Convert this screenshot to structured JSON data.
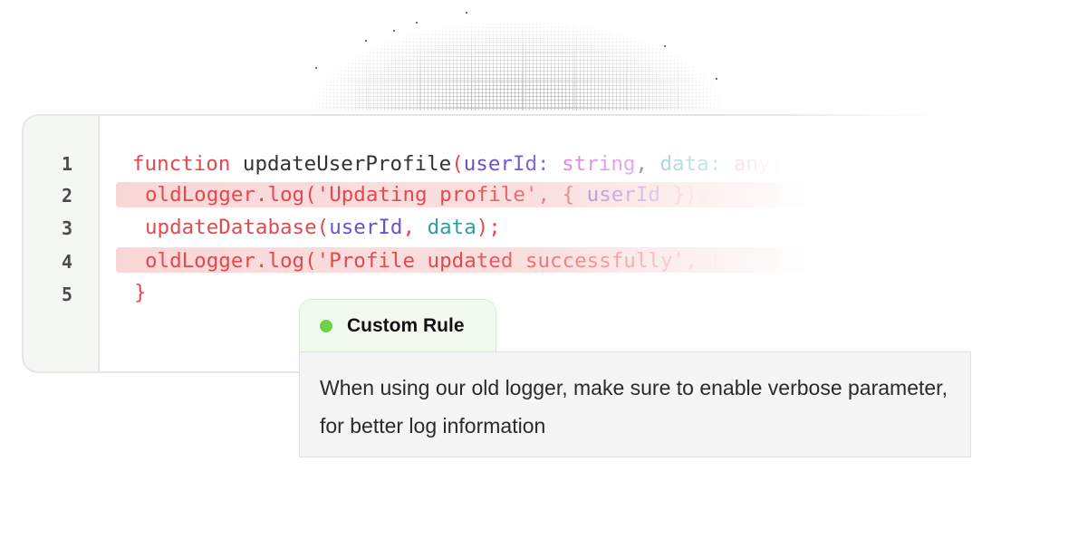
{
  "editor": {
    "line_numbers": [
      "1",
      "2",
      "3",
      "4",
      "5"
    ],
    "lines": [
      {
        "t1": "function",
        "t2": " updateUserProfile",
        "t3": "(",
        "t4": "userId:",
        "t5": " string",
        "t6": ", ",
        "t7": "data:",
        "t8": " any)"
      },
      {
        "t1": "oldLogger.log('Updating profile', { ",
        "t2": "userId",
        "t3": " });"
      },
      {
        "t1": "updateDatabase(",
        "t2": "userId",
        "t3": ", ",
        "t4": "data",
        "t5": ");"
      },
      {
        "t1": "oldLogger.log('Profile updated successfully', {"
      },
      {
        "t1": "}"
      }
    ]
  },
  "rule": {
    "title": "Custom Rule",
    "status_color": "#6dd34a",
    "text": "When using our old logger, make sure to enable verbose parameter, for better log information"
  },
  "colors": {
    "highlight": "#f0a0a0",
    "keyword_red": "#e5484d",
    "param_purple": "#6c4fd4",
    "type_pink": "#d45ad8",
    "teal": "#2aa0a0"
  }
}
